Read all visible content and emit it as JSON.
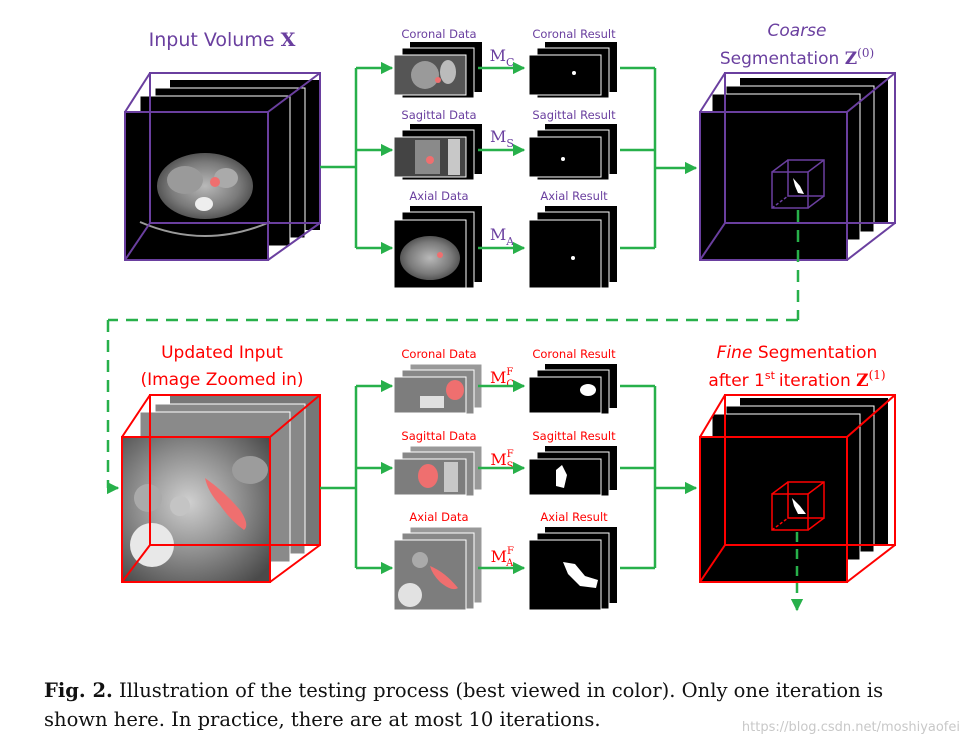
{
  "colors": {
    "purple": "#6a3f9f",
    "red": "#ff0000",
    "green": "#27b04a",
    "black": "#000000",
    "ct_gray": "#8a8a8a",
    "segmentation_red": "#ef6f6f"
  },
  "top_row": {
    "input_label_text": "Input Volume",
    "input_label_symbol": "X",
    "rows": [
      {
        "data_label": "Coronal Data",
        "model_base": "M",
        "model_sub": "C",
        "result_label": "Coronal Result"
      },
      {
        "data_label": "Sagittal Data",
        "model_base": "M",
        "model_sub": "S",
        "result_label": "Sagittal Result"
      },
      {
        "data_label": "Axial Data",
        "model_base": "M",
        "model_sub": "A",
        "result_label": "Axial Result"
      }
    ],
    "output_label_line1": "Coarse",
    "output_label_line2": "Segmentation",
    "output_symbol": "Z",
    "output_superscript": "(0)"
  },
  "bottom_row": {
    "input_label_line1": "Updated Input",
    "input_label_line2": "(Image Zoomed in)",
    "rows": [
      {
        "data_label": "Coronal Data",
        "model_base": "M",
        "model_sup": "F",
        "model_sub": "C",
        "result_label": "Coronal Result"
      },
      {
        "data_label": "Sagittal Data",
        "model_base": "M",
        "model_sup": "F",
        "model_sub": "S",
        "result_label": "Sagittal Result"
      },
      {
        "data_label": "Axial Data",
        "model_base": "M",
        "model_sup": "F",
        "model_sub": "A",
        "result_label": "Axial Result"
      }
    ],
    "output_label_line1_italic": "Fine",
    "output_label_line1_rest": "Segmentation",
    "output_label_line2_pre": "after 1",
    "output_label_line2_sup": "st",
    "output_label_line2_post": "iteration",
    "output_symbol": "Z",
    "output_superscript": "(1)"
  },
  "caption": {
    "fig_label": "Fig. 2.",
    "text": "Illustration of the testing process (best viewed in color). Only one iteration is shown here. In practice, there are at most 10 iterations."
  },
  "watermark": "https://blog.csdn.net/moshiyaofei"
}
